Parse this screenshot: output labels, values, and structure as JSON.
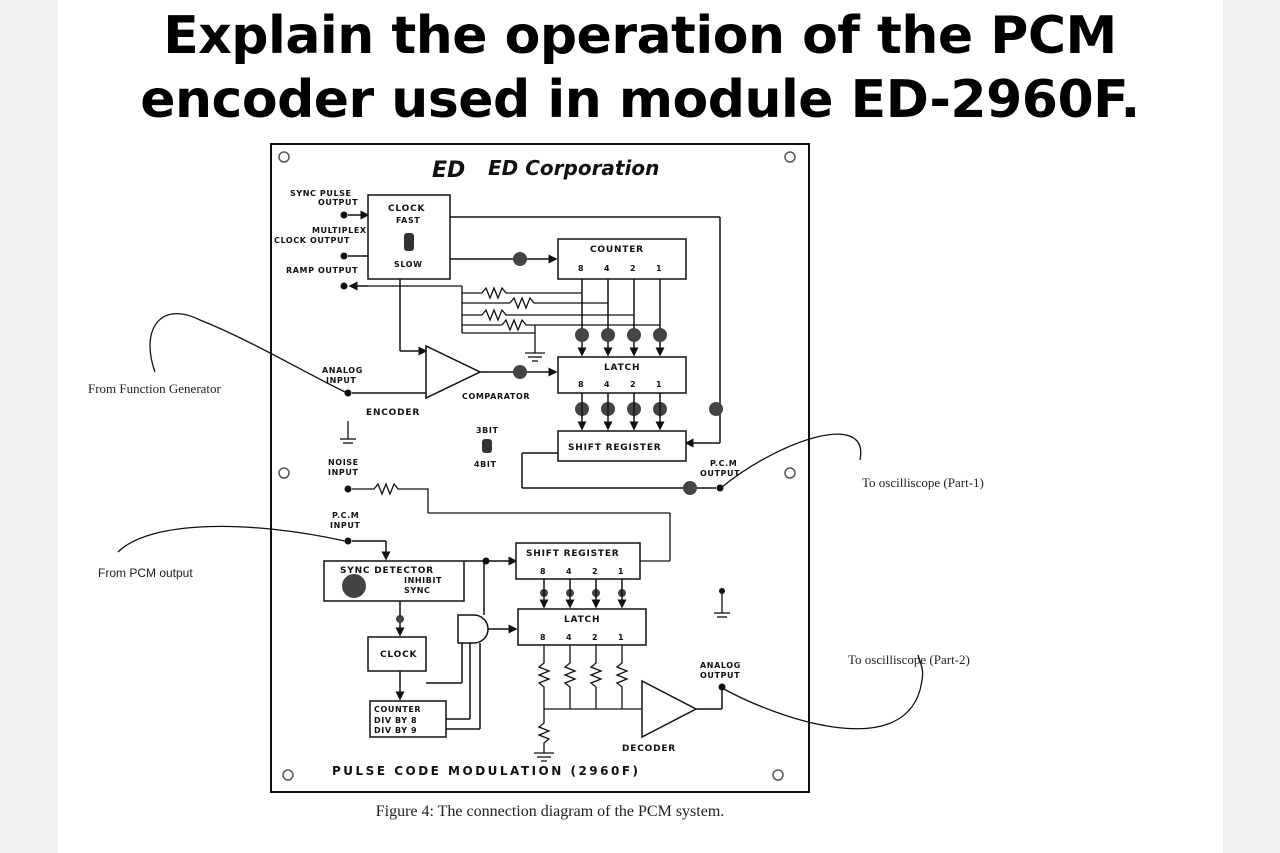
{
  "question": {
    "line1": "Explain the operation of the PCM",
    "line2": "encoder used in module ED-2960F."
  },
  "panel": {
    "brand": "ED Corporation",
    "logo": "ED",
    "footer": "PULSE CODE MODULATION (2960F)",
    "labels": {
      "sync_pulse": "SYNC PULSE",
      "output": "OUTPUT",
      "multiplex": "MULTIPLEX",
      "clock_output": "CLOCK OUTPUT",
      "ramp_output": "RAMP OUTPUT",
      "clock": "CLOCK",
      "fast": "FAST",
      "slow": "SLOW",
      "counter": "COUNTER",
      "latch": "LATCH",
      "shift_register": "SHIFT REGISTER",
      "analog": "ANALOG",
      "input": "INPUT",
      "comparator": "COMPARATOR",
      "encoder": "ENCODER",
      "bit3": "3BIT",
      "bit4": "4BIT",
      "noise": "NOISE",
      "pcm": "P.C.M",
      "sync_detector": "SYNC DETECTOR",
      "inhibit": "INHIBIT",
      "sync": "SYNC",
      "counter_div8": "DIV BY 8",
      "counter_div9": "DIV BY 9",
      "analog_output": "ANALOG OUTPUT",
      "decoder": "DECODER",
      "bits": [
        "8",
        "4",
        "2",
        "1"
      ]
    }
  },
  "annotations": {
    "from_function_generator": "From Function Generator",
    "from_pcm_output": "From PCM output",
    "to_osc_1": "To oscilliscope (Part-1)",
    "to_osc_2": "To oscilliscope (Part-2)"
  },
  "caption": "Figure 4: The connection diagram of the PCM system."
}
